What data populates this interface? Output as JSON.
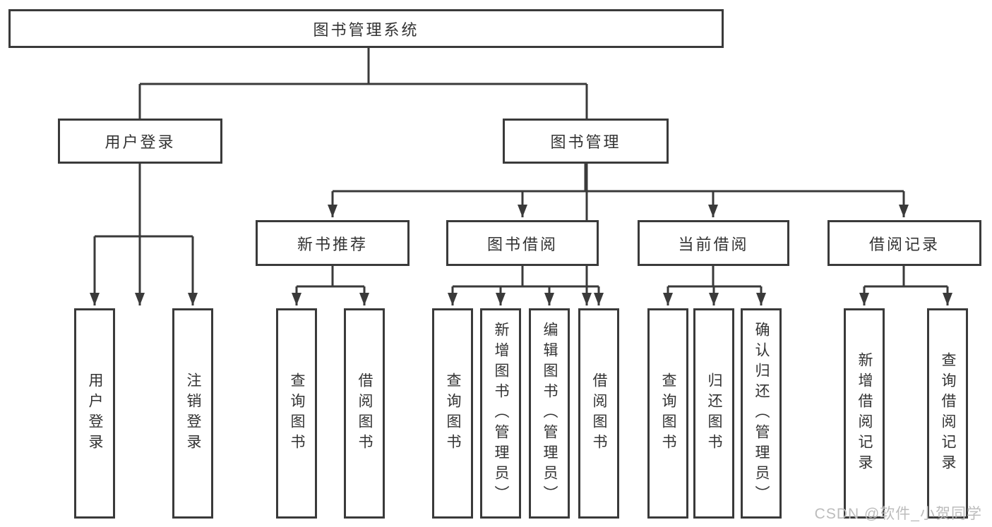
{
  "diagram": {
    "type": "tree",
    "colors": {
      "line": "#3a3a3a",
      "text": "#333333",
      "background": "#ffffff",
      "watermark": "#bcbcbc"
    },
    "root": {
      "label": "图书管理系统"
    },
    "level2": [
      {
        "label": "用户登录",
        "parent": "图书管理系统"
      },
      {
        "label": "图书管理",
        "parent": "图书管理系统"
      }
    ],
    "level3": [
      {
        "label": "新书推荐",
        "parent": "图书管理"
      },
      {
        "label": "图书借阅",
        "parent": "图书管理"
      },
      {
        "label": "当前借阅",
        "parent": "图书管理"
      },
      {
        "label": "借阅记录",
        "parent": "图书管理"
      }
    ],
    "leaves": [
      {
        "label": "用户登录",
        "parent": "用户登录"
      },
      {
        "label": "注销登录",
        "parent": "用户登录"
      },
      {
        "label": "查询图书",
        "parent": "新书推荐"
      },
      {
        "label": "借阅图书",
        "parent": "新书推荐"
      },
      {
        "label": "查询图书",
        "parent": "图书借阅"
      },
      {
        "label": "新增图书（管理员）",
        "parent": "图书借阅"
      },
      {
        "label": "编辑图书（管理员）",
        "parent": "图书借阅"
      },
      {
        "label": "借阅图书",
        "parent": "图书借阅"
      },
      {
        "label": "查询图书",
        "parent": "当前借阅"
      },
      {
        "label": "归还图书",
        "parent": "当前借阅"
      },
      {
        "label": "确认归还（管理员）",
        "parent": "当前借阅"
      },
      {
        "label": "新增借阅记录",
        "parent": "借阅记录"
      },
      {
        "label": "查询借阅记录",
        "parent": "借阅记录"
      }
    ],
    "watermark": "CSDN @软件_小贺同学"
  }
}
